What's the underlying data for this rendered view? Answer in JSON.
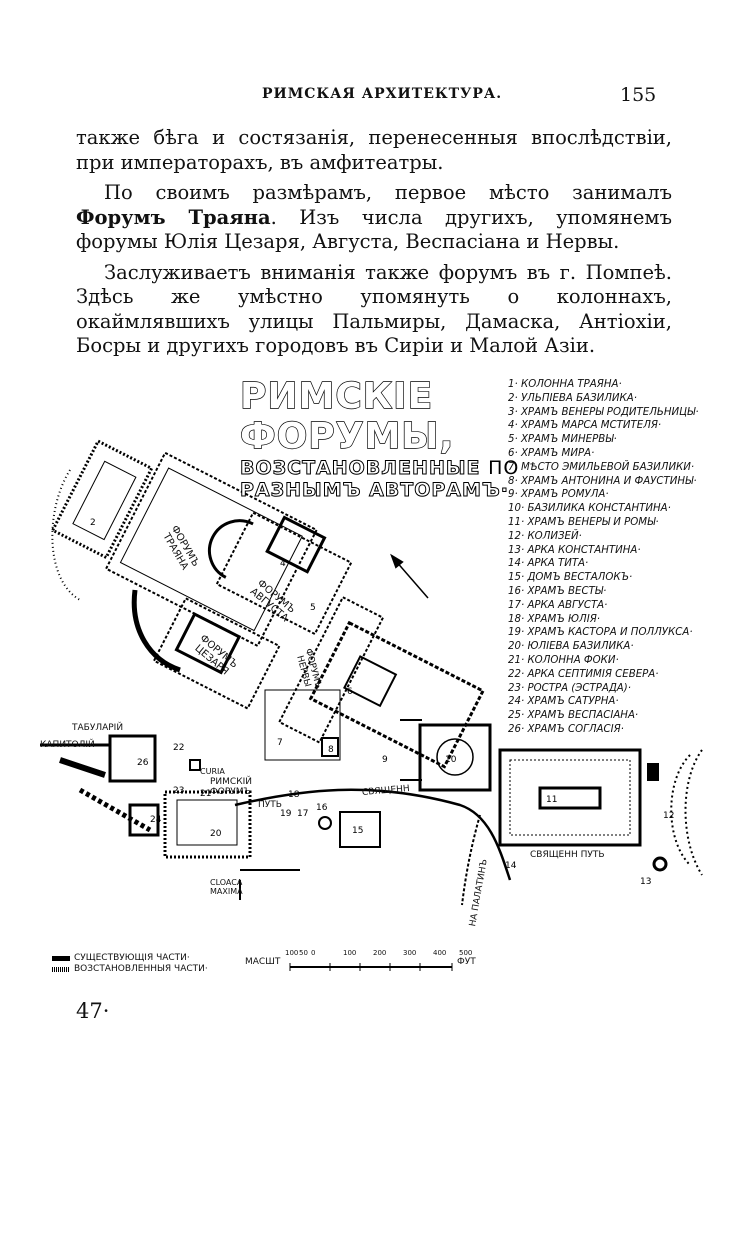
{
  "header": {
    "running_head": "РИМСКАЯ АРХИТЕКТУРА.",
    "page_number": "155"
  },
  "body_text": {
    "p1": "также бѣга и состязанія, перенесенныя впослѣдствіи, при императорахъ, въ амфитеатры.",
    "p2_before": "По своимъ размѣрамъ, первое мѣсто занималъ ",
    "p2_strong": "Форумъ Траяна",
    "p2_after": ". Изъ числа другихъ, упомянемъ форумы Юлія Цезаря, Августа, Веспасіана и Нервы.",
    "p3": "Заслуживаетъ вниманія также форумъ въ г. Помпеѣ. Здѣсь же умѣстно упомянуть о колоннахъ, окаймлявшихъ улицы Пальмиры, Дамаска, Антіохіи, Босры и другихъ городовъ въ Сиріи и Малой Азіи."
  },
  "plan": {
    "title_line1": "РИМСКІЕ ФОРУМЫ,",
    "title_line2": "ВОЗСТАНОВЛЕННЫЕ",
    "title_po": "ПО",
    "title_line3": "РАЗНЫМЪ АВТОРАМЪ·",
    "legend": [
      "1· КОЛОННА ТРАЯНА·",
      "2· УЛЬПІЕВА БАЗИЛИКА·",
      "3· ХРАМЪ ВЕНЕРЫ РОДИТЕЛЬНИЦЫ·",
      "4· ХРАМЪ МАРСА МСТИТЕЛЯ·",
      "5· ХРАМЪ МИНЕРВЫ·",
      "6· ХРАМЪ МИРА·",
      "7· МѢСТО ЭМИЛЬЕВОЙ БАЗИЛИКИ·",
      "8· ХРАМЪ АНТОНИНА И ФАУСТИНЫ·",
      "9· ХРАМЪ РОМУЛА·",
      "10· БАЗИЛИКА КОНСТАНТИНА·",
      "11· ХРАМЪ ВЕНЕРЫ И РОМЫ·",
      "12· КОЛИЗЕЙ·",
      "13· АРКА КОНСТАНТИНА·",
      "14· АРКА ТИТА·",
      "15· ДОМЪ ВЕСТАЛОКЪ·",
      "16· ХРАМЪ ВЕСТЫ·",
      "17· АРКА АВГУСТА·",
      "18· ХРАМЪ ЮЛІЯ·",
      "19· ХРАМЪ КАСТОРА И ПОЛЛУКСА·",
      "20· ЮЛІЕВА БАЗИЛИКА·",
      "21· КОЛОННА ФОКИ·",
      "22· АРКА СЕПТИМІЯ СЕВЕРА·",
      "23· РОСТРА (ЭСТРАДА)·",
      "24· ХРАМЪ САТУРНА·",
      "25· ХРАМЪ ВЕСПАСІАНА·",
      "26· ХРАМЪ СОГЛАСІЯ·"
    ],
    "labels": {
      "forum_traiana": "ФОРУМЪ ТРАЯНА",
      "forum_avgusta": "ФОРУМЪ АВГУСТА",
      "forum_tsezarya": "ФОРУМЪ ЦЕЗАРЯ",
      "forum_nervy": "ФОРУМЪ НЕРВЫ",
      "rimskiy_forum": "РИМСКІЙ ФОРУМЪ",
      "tabulary": "ТАБУЛАРІЙ",
      "kapitoliy": "КАПИТОЛІЙ",
      "curia": "CURIA",
      "svyashch_put_1": "СВЯЩЕНН",
      "svyashch_put_2": "СВЯЩЕНН ПУТЬ",
      "na_palatin": "НА ПАЛАТИНЪ",
      "cloaca": "CLOACA MAXIMA",
      "put": "ПУТЬ"
    },
    "key_existing": "СУЩЕСТВУЮЩІЯ ЧАСТИ·",
    "key_restored": "ВОЗСТАНОВЛЕННЫЯ ЧАСТИ·",
    "scale_label": "МАСШТ",
    "scale_ticks": [
      "100",
      "50",
      "0",
      "100",
      "200",
      "300",
      "400",
      "500"
    ],
    "scale_unit": "ФУТ"
  },
  "figure_number": "47·"
}
